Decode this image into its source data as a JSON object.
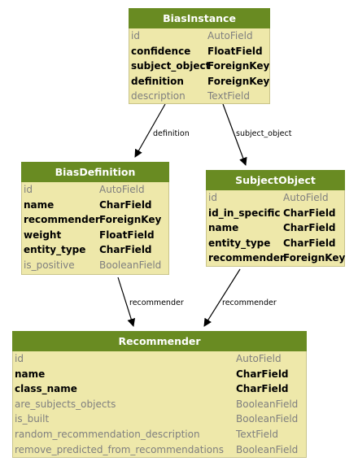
{
  "models": [
    {
      "id": "bias-instance",
      "title": "BiasInstance",
      "fields": [
        {
          "name": "id",
          "type": "AutoField",
          "style": "muted"
        },
        {
          "name": "confidence",
          "type": "FloatField",
          "style": "bold"
        },
        {
          "name": "subject_object",
          "type": "ForeignKey",
          "style": "bold"
        },
        {
          "name": "definition",
          "type": "ForeignKey",
          "style": "bold"
        },
        {
          "name": "description",
          "type": "TextField",
          "style": "muted"
        }
      ]
    },
    {
      "id": "bias-definition",
      "title": "BiasDefinition",
      "fields": [
        {
          "name": "id",
          "type": "AutoField",
          "style": "muted"
        },
        {
          "name": "name",
          "type": "CharField",
          "style": "bold"
        },
        {
          "name": "recommender",
          "type": "ForeignKey",
          "style": "bold"
        },
        {
          "name": "weight",
          "type": "FloatField",
          "style": "bold"
        },
        {
          "name": "entity_type",
          "type": "CharField",
          "style": "bold"
        },
        {
          "name": "is_positive",
          "type": "BooleanField",
          "style": "muted"
        }
      ]
    },
    {
      "id": "subject-object",
      "title": "SubjectObject",
      "fields": [
        {
          "name": "id",
          "type": "AutoField",
          "style": "muted"
        },
        {
          "name": "id_in_specific",
          "type": "CharField",
          "style": "bold"
        },
        {
          "name": "name",
          "type": "CharField",
          "style": "bold"
        },
        {
          "name": "entity_type",
          "type": "CharField",
          "style": "bold"
        },
        {
          "name": "recommender",
          "type": "ForeignKey",
          "style": "bold"
        }
      ]
    },
    {
      "id": "recommender",
      "title": "Recommender",
      "fields": [
        {
          "name": "id",
          "type": "AutoField",
          "style": "muted"
        },
        {
          "name": "name",
          "type": "CharField",
          "style": "bold"
        },
        {
          "name": "class_name",
          "type": "CharField",
          "style": "bold"
        },
        {
          "name": "are_subjects_objects",
          "type": "BooleanField",
          "style": "muted"
        },
        {
          "name": "is_built",
          "type": "BooleanField",
          "style": "muted"
        },
        {
          "name": "random_recommendation_description",
          "type": "TextField",
          "style": "muted"
        },
        {
          "name": "remove_predicted_from_recommendations",
          "type": "BooleanField",
          "style": "muted"
        }
      ]
    }
  ],
  "edges": [
    {
      "from": "BiasInstance",
      "to": "BiasDefinition",
      "label": "definition"
    },
    {
      "from": "BiasInstance",
      "to": "SubjectObject",
      "label": "subject_object"
    },
    {
      "from": "BiasDefinition",
      "to": "Recommender",
      "label": "recommender"
    },
    {
      "from": "SubjectObject",
      "to": "Recommender",
      "label": "recommender"
    }
  ],
  "colors": {
    "header": "#698b22",
    "body": "#eee8aa",
    "bold_text": "#000000",
    "muted_text": "#7f7f7f"
  }
}
